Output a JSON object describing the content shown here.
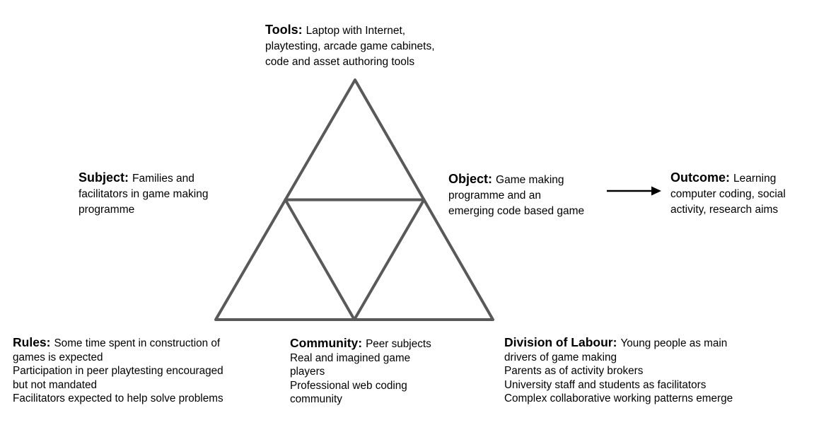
{
  "diagram": {
    "type": "activity-system-triangle",
    "stroke_color": "#595959",
    "arrow_color": "#000000",
    "background_color": "#ffffff",
    "nodes": {
      "tools": {
        "label": "Tools:",
        "lines": [
          "Laptop with Internet,",
          "playtesting, arcade game cabinets,",
          "code and asset authoring tools"
        ]
      },
      "subject": {
        "label": "Subject:",
        "lines": [
          "Families and",
          "facilitators in game making",
          "programme"
        ]
      },
      "object": {
        "label": "Object:",
        "lines": [
          "Game making",
          "programme and an",
          "emerging code based game"
        ]
      },
      "outcome": {
        "label": "Outcome:",
        "lines": [
          "Learning",
          "computer coding, social",
          "activity, research aims"
        ]
      },
      "rules": {
        "label": "Rules:",
        "lines": [
          "Some time spent in construction of",
          "games is expected",
          "Participation in peer playtesting encouraged",
          "but not mandated",
          "Facilitators expected to help solve problems"
        ]
      },
      "community": {
        "label": "Community:",
        "lines": [
          "Peer subjects",
          "Real and imagined game",
          "players",
          "Professional web coding",
          "community"
        ]
      },
      "division_of_labour": {
        "label": "Division of Labour:",
        "lines": [
          "Young people as main",
          "drivers of game making",
          "Parents as of activity brokers",
          "University staff and students as facilitators",
          "Complex collaborative working patterns emerge"
        ]
      }
    }
  }
}
